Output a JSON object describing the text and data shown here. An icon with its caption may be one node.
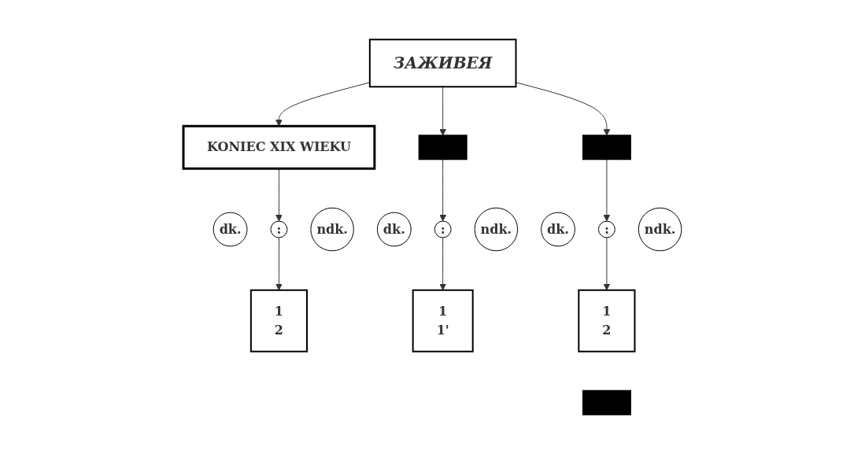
{
  "diagram": {
    "nodes": [
      {
        "text": [
          "ЗАЖИВЕЯ"
        ]
      },
      {
        "text": [
          "KONIEC XIX WIEKU"
        ]
      },
      {
        "text": [],
        "shape": "box"
      },
      {
        "text": [],
        "shape": "box"
      },
      {
        "text": [
          "dk."
        ]
      },
      {
        "text": [
          ":"
        ]
      },
      {
        "text": [
          "ndk."
        ]
      },
      {
        "text": [
          "dk."
        ]
      },
      {
        "text": [
          ":"
        ]
      },
      {
        "text": [
          "ndk."
        ]
      },
      {
        "text": [
          "dk."
        ]
      },
      {
        "text": [
          ":"
        ]
      },
      {
        "text": [
          "ndk."
        ]
      },
      {
        "text": [
          "1",
          "2"
        ]
      },
      {
        "text": [
          "1",
          "1'"
        ]
      },
      {
        "text": [
          "1",
          "2"
        ]
      },
      {
        "text": [],
        "shape": "box"
      }
    ],
    "edges": [
      {
        "from": 0,
        "to": 1,
        "arrow": "to"
      },
      {
        "from": 0,
        "to": 2,
        "arrow": "to"
      },
      {
        "from": 0,
        "to": 3,
        "arrow": "to"
      },
      {
        "from": 1,
        "to": 5,
        "arrow": "to"
      },
      {
        "from": 2,
        "to": 8,
        "arrow": "to"
      },
      {
        "from": 3,
        "to": 11,
        "arrow": "to"
      },
      {
        "from": 5,
        "to": 13,
        "arrow": "to"
      },
      {
        "from": 8,
        "to": 14,
        "arrow": "to"
      },
      {
        "from": 11,
        "to": 15,
        "arrow": "to"
      }
    ]
  }
}
